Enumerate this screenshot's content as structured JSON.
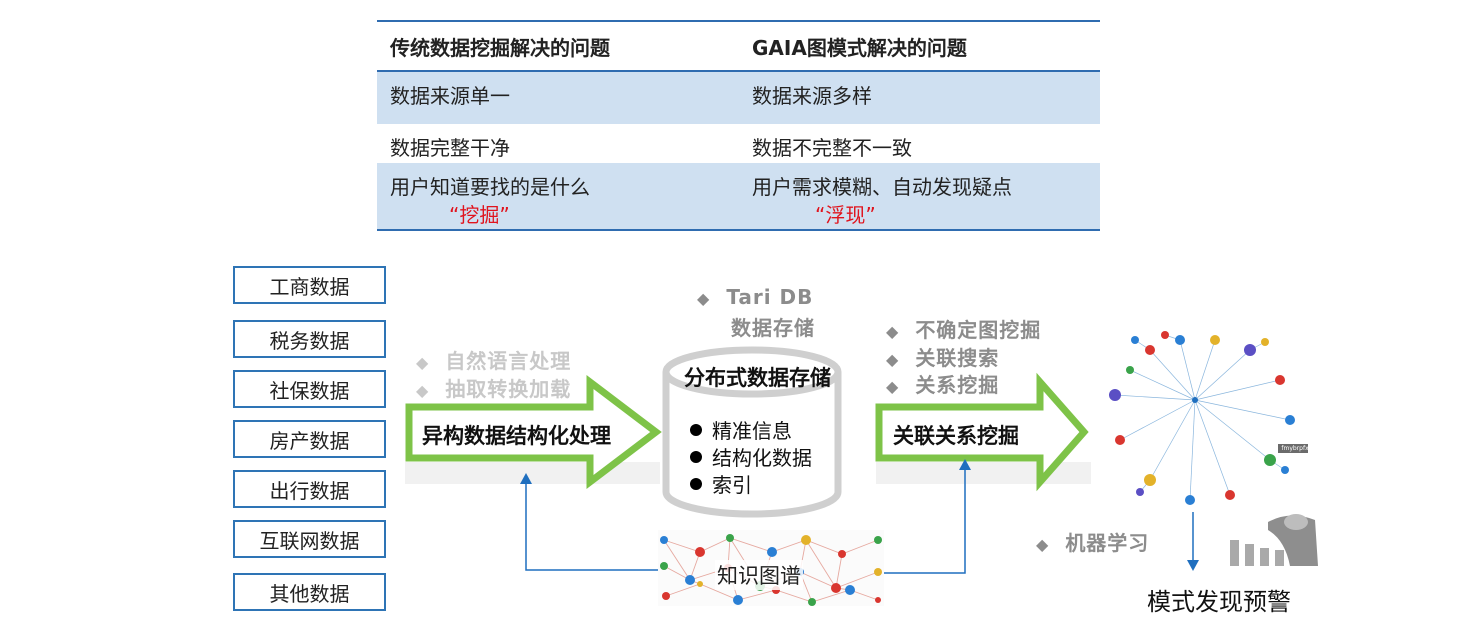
{
  "comparison_table": {
    "header": [
      "传统数据挖掘解决的问题",
      "GAIA图模式解决的问题"
    ],
    "rows": [
      [
        "数据来源单一",
        "数据来源多样"
      ],
      [
        "数据完整干净",
        "数据不完整不一致"
      ],
      [
        "用户知道要找的是什么",
        "用户需求模糊、自动发现疑点"
      ]
    ],
    "highlights": [
      "“挖掘”",
      "“浮现”"
    ],
    "colors": {
      "rule": "#2f6cb0",
      "band": "#cfe0f1",
      "highlight": "#e0141e"
    }
  },
  "data_sources": [
    "工商数据",
    "税务数据",
    "社保数据",
    "房产数据",
    "出行数据",
    "互联网数据",
    "其他数据"
  ],
  "step1": {
    "bullets": [
      "自然语言处理",
      "抽取转换加载"
    ],
    "label": "异构数据结构化处理"
  },
  "storage": {
    "bullet_lines": [
      "Tari DB",
      "数据存储"
    ],
    "title": "分布式数据存储",
    "items": [
      "精准信息",
      "结构化数据",
      "索引"
    ]
  },
  "step2": {
    "bullets": [
      "不确定图挖掘",
      "关联搜索",
      "关系挖掘"
    ],
    "label": "关联关系挖掘"
  },
  "knowledge_graph": {
    "label": "知识图谱"
  },
  "ml_bullet": "机器学习",
  "output_label": "模式发现预警",
  "graph_tag": "fmybrpfx",
  "diamond_glyph": "◆",
  "colors": {
    "arrow_green": "#7ec348",
    "box_blue": "#2e74b5",
    "link_blue": "#1f6fbf",
    "bullet_gray": "#8c8c8c"
  }
}
